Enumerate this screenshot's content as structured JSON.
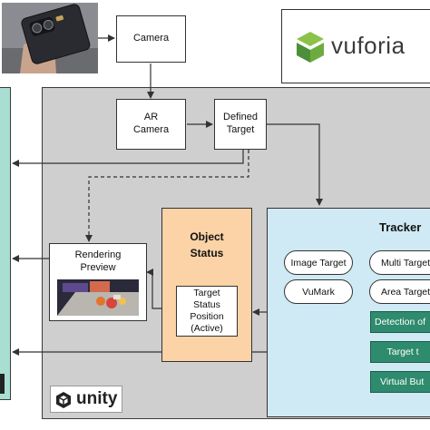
{
  "nodes": {
    "camera": "Camera",
    "ar_camera": "AR Camera",
    "defined_target": "Defined Target",
    "rendering_preview": "Rendering Preview",
    "object_status": "Object Status",
    "target_status": "Target Status Position (Active)",
    "tracker": "Tracker"
  },
  "tracker_types": [
    "Image Target",
    "Multi Target",
    "VuMark",
    "Area Target"
  ],
  "tracker_functions": [
    "Detection of",
    "Target t",
    "Virtual But"
  ],
  "logos": {
    "vuforia": "vuforia",
    "unity": "unity"
  },
  "colors": {
    "main_panel": "#cfcfcf",
    "object_status_fill": "#fbd3a6",
    "tracker_fill": "#cfe9f5",
    "function_fill": "#2e8b6e",
    "left_panel": "#a9dfd2"
  }
}
